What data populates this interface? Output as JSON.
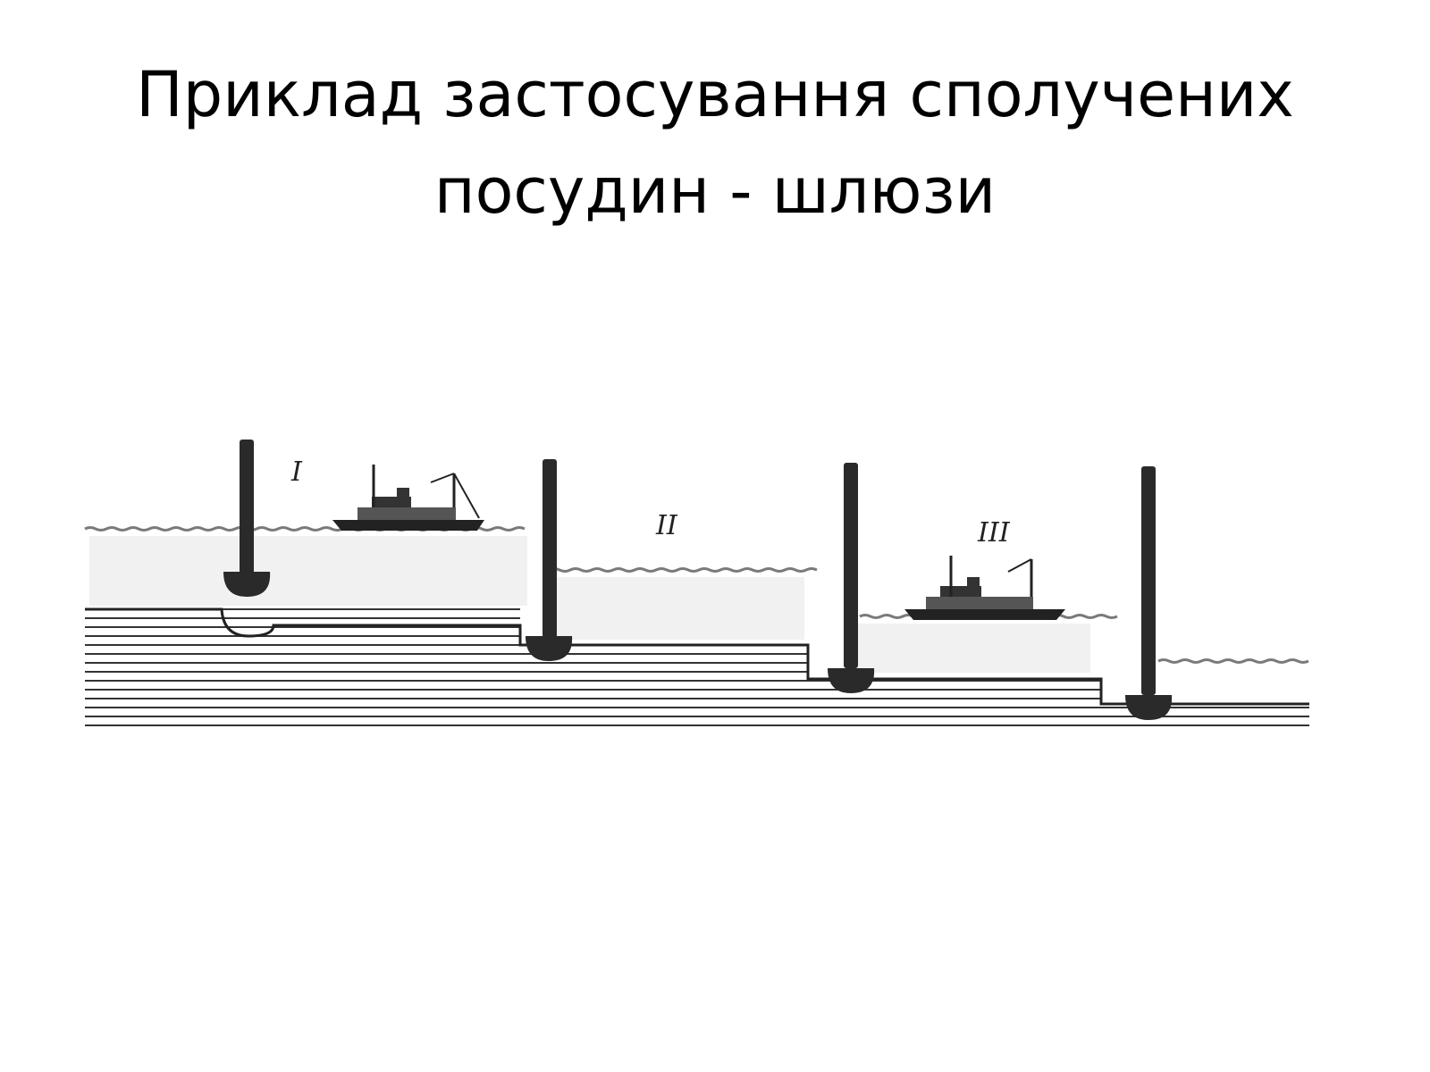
{
  "slide": {
    "title_line1": "Приклад застосування сполучених",
    "title_line2": "посудин - шлюзи"
  },
  "diagram": {
    "chamber_labels": [
      "I",
      "II",
      "III"
    ],
    "colors": {
      "ink": "#222222",
      "water": "#9a9a9a",
      "ground_line": "#333333"
    }
  }
}
